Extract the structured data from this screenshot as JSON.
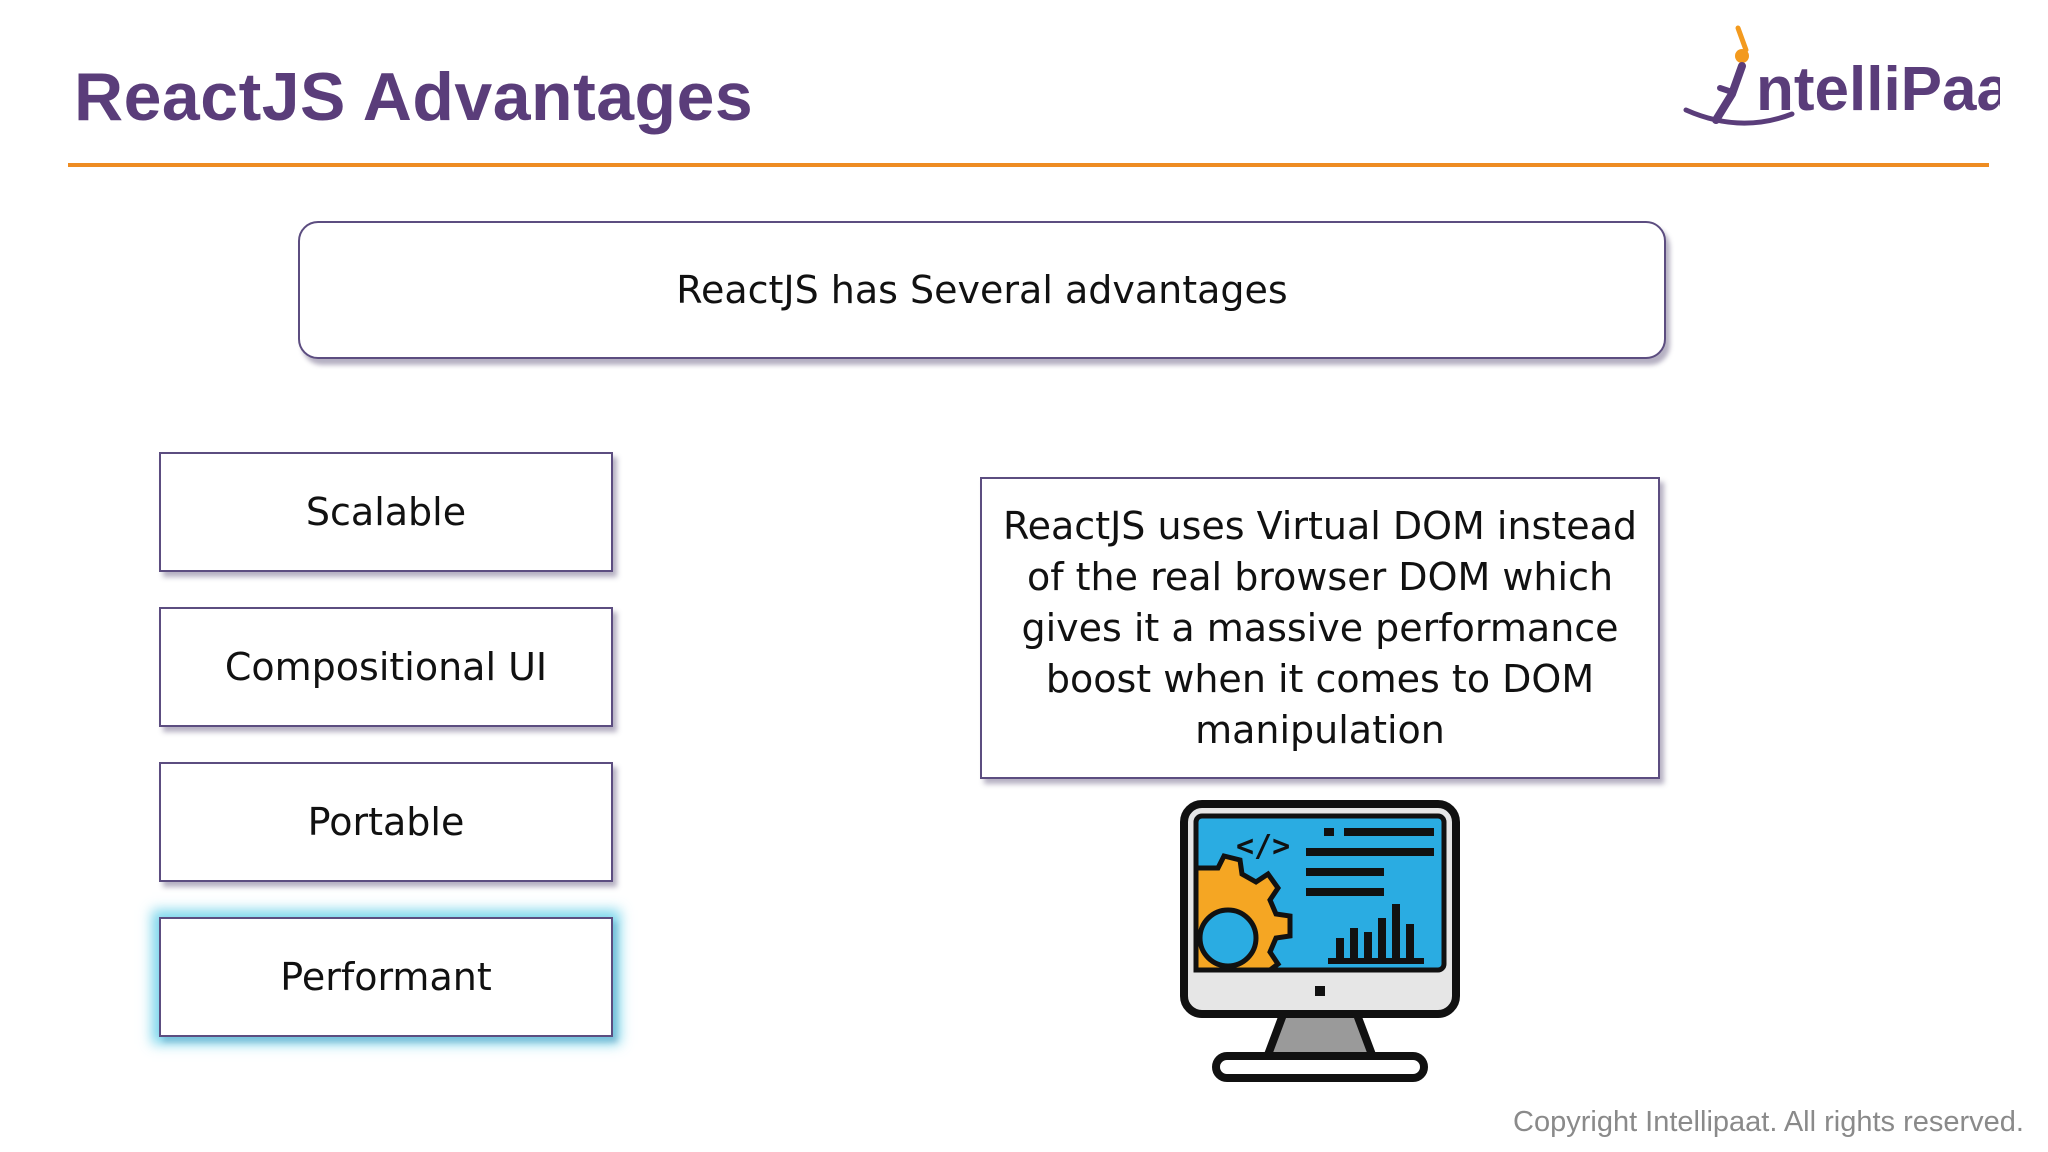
{
  "slide": {
    "title": "ReactJS Advantages",
    "intro": "ReactJS has Several advantages",
    "features": [
      {
        "label": "Scalable",
        "highlighted": false
      },
      {
        "label": "Compositional UI",
        "highlighted": false
      },
      {
        "label": "Portable",
        "highlighted": false
      },
      {
        "label": "Performant",
        "highlighted": true
      }
    ],
    "description": "ReactJS uses Virtual DOM instead of the real browser DOM which gives it a massive performance boost when it comes to DOM manipulation",
    "illustration_icon": "monitor-dashboard-gear-icon"
  },
  "logo": {
    "text": "ntelliPaat"
  },
  "footer": {
    "copyright": "Copyright Intellipaat. All rights reserved."
  },
  "colors": {
    "title": "#5a3d7a",
    "rule": "#ee8c22",
    "box_border": "#5c4d80",
    "highlight_glow": "#50c8e6",
    "logo_purple": "#5a3d7a",
    "logo_orange": "#f39a1e"
  }
}
